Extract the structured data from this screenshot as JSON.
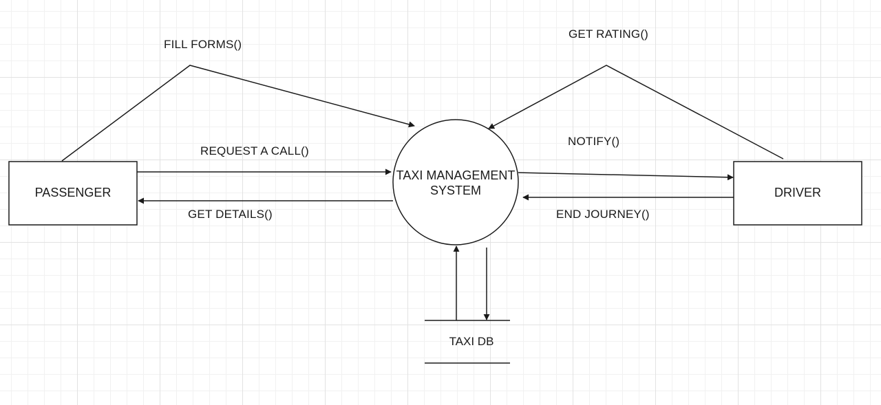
{
  "diagram": {
    "entities": {
      "passenger": "PASSENGER",
      "driver": "DRIVER"
    },
    "process": {
      "line1": "TAXI MANAGEMENT",
      "line2": "SYSTEM"
    },
    "datastore": "TAXI DB",
    "flows": {
      "fill_forms": "FILL FORMS()",
      "get_rating": "GET RATING()",
      "request_call": "REQUEST A CALL()",
      "get_details": "GET DETAILS()",
      "notify": "NOTIFY()",
      "end_journey": "END JOURNEY()"
    },
    "colors": {
      "stroke": "#1a1a1a",
      "grid": "#e2e2e2"
    }
  }
}
